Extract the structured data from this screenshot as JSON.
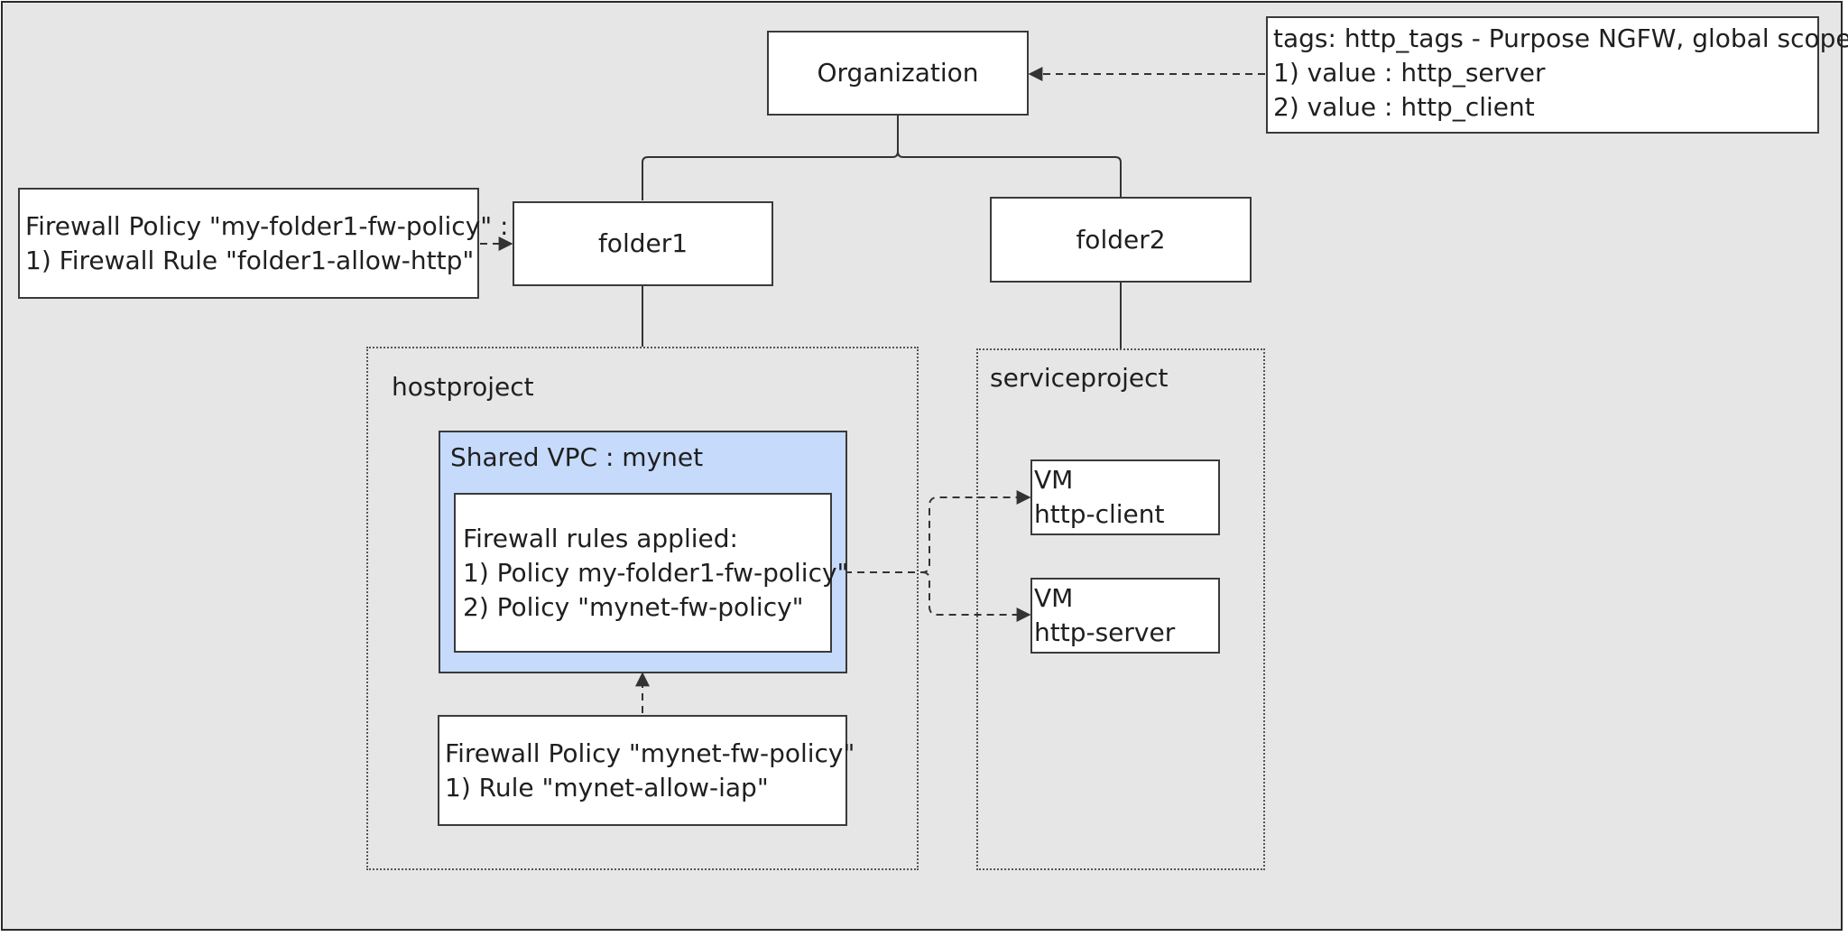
{
  "organization": {
    "label": "Organization"
  },
  "tags_note": {
    "lines": [
      "tags: http_tags - Purpose NGFW, global scope",
      "1) value : http_server",
      "2) value : http_client"
    ]
  },
  "folder1": {
    "label": "folder1"
  },
  "folder2": {
    "label": "folder2"
  },
  "folder1_policy_note": {
    "lines": [
      "Firewall Policy \"my-folder1-fw-policy\" :",
      "1) Firewall Rule \"folder1-allow-http\""
    ]
  },
  "hostproject": {
    "label": "hostproject",
    "shared_vpc": {
      "label": "Shared VPC : mynet",
      "rules_box": {
        "lines": [
          "Firewall rules applied:",
          "1) Policy my-folder1-fw-policy\"",
          "2) Policy \"mynet-fw-policy\""
        ]
      }
    },
    "network_policy": {
      "lines": [
        "Firewall Policy \"mynet-fw-policy\"",
        "1) Rule \"mynet-allow-iap\""
      ]
    }
  },
  "serviceproject": {
    "label": "serviceproject",
    "vms": [
      {
        "type": "VM",
        "name": "http-client"
      },
      {
        "type": "VM",
        "name": "http-server"
      }
    ]
  },
  "colors": {
    "background": "#e6e6e6",
    "node_fill": "#ffffff",
    "vpc_fill": "#c6dafc",
    "stroke": "#3a3a3a"
  }
}
